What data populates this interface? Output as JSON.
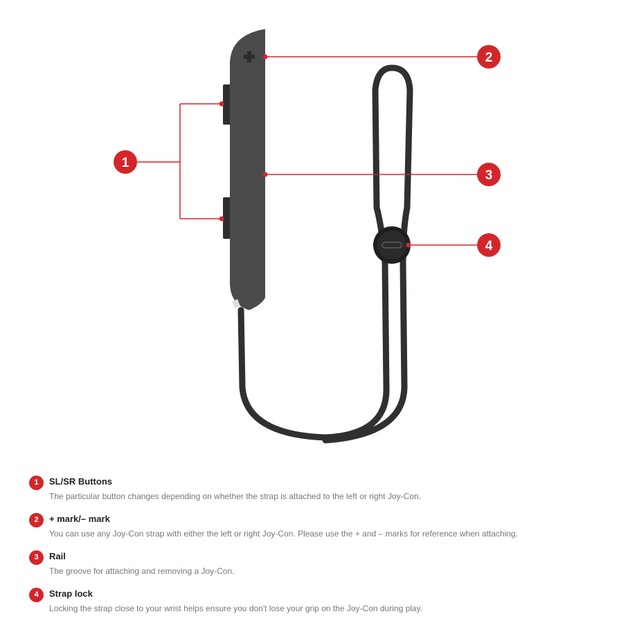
{
  "colors": {
    "accent": "#d3262a",
    "body": "#4a4a4c",
    "strap": "#2f3032"
  },
  "callouts": [
    {
      "num": "1",
      "title": "SL/SR Buttons",
      "desc": "The particular button changes depending on whether the strap is attached to the left or right Joy-Con."
    },
    {
      "num": "2",
      "title": "+ mark/– mark",
      "desc": "You can use any Joy-Con strap with either the left or right Joy-Con. Please use the + and – marks for reference when attaching."
    },
    {
      "num": "3",
      "title": "Rail",
      "desc": "The groove for attaching and removing a Joy-Con."
    },
    {
      "num": "4",
      "title": "Strap lock",
      "desc": "Locking the strap close to your wrist helps ensure you don't lose your grip on the Joy-Con during play."
    }
  ]
}
